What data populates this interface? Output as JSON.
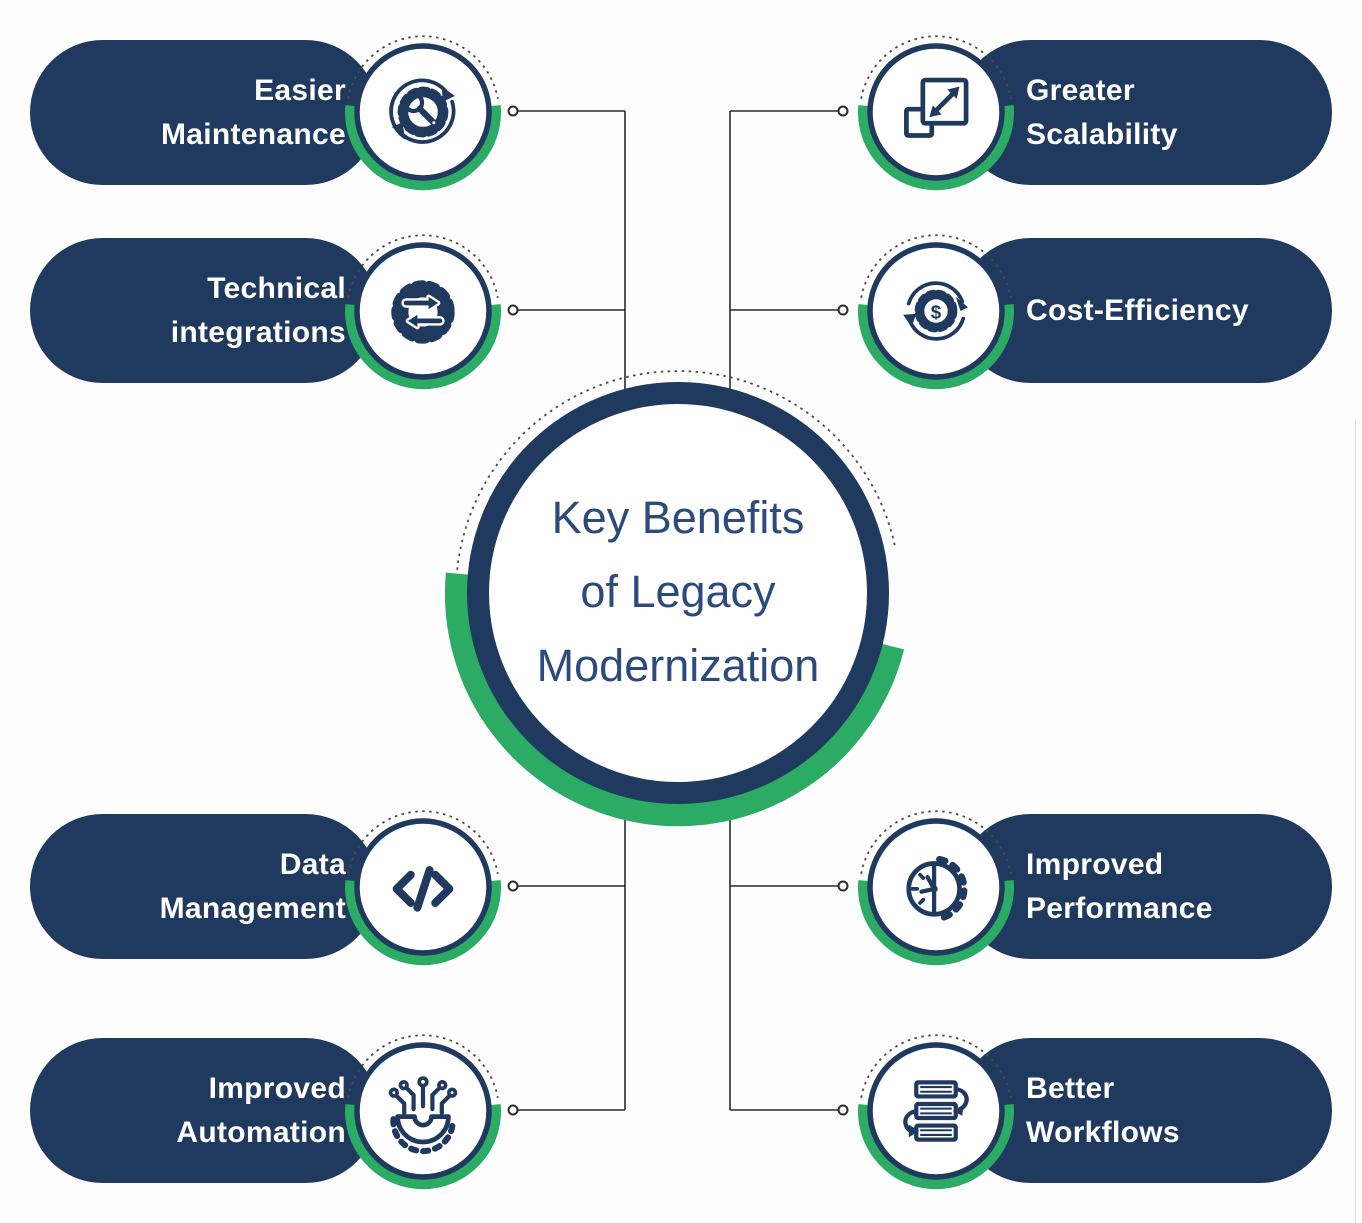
{
  "title": {
    "lines": [
      "Key Benefits",
      "of Legacy",
      "Modernization"
    ]
  },
  "colors": {
    "navy": "#20395e",
    "green": "#2bab64",
    "title_text": "#2c4b7d",
    "line": "#2b2b2b",
    "background": "#fdfdfe"
  },
  "left_items": [
    {
      "label_lines": [
        "Easier",
        "Maintenance"
      ],
      "icon": "gear-wrench-refresh-icon"
    },
    {
      "label_lines": [
        "Technical",
        "integrations"
      ],
      "icon": "gear-sync-arrows-icon"
    },
    {
      "label_lines": [
        "Data",
        "Management"
      ],
      "icon": "code-brackets-icon"
    },
    {
      "label_lines": [
        "Improved",
        "Automation"
      ],
      "icon": "circuit-gear-icon"
    }
  ],
  "right_items": [
    {
      "label_lines": [
        "Greater",
        "Scalability"
      ],
      "icon": "expand-squares-icon"
    },
    {
      "label_lines": [
        "Cost-Efficiency"
      ],
      "icon": "dollar-gear-refresh-icon"
    },
    {
      "label_lines": [
        "Improved",
        "Performance"
      ],
      "icon": "clock-gear-gauge-icon"
    },
    {
      "label_lines": [
        "Better",
        "Workflows"
      ],
      "icon": "stacked-list-arrows-icon"
    }
  ]
}
